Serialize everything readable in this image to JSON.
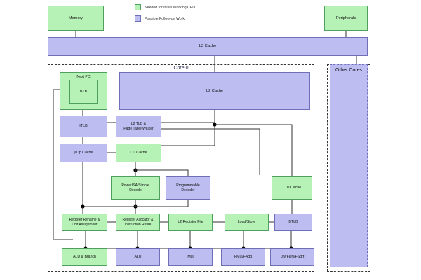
{
  "legend": {
    "items": [
      {
        "label": "Needed for Initial Working CPU",
        "color": "#b6f2b6",
        "border": "#4f9f5f"
      },
      {
        "label": "Possible Follow-on Work",
        "color": "#bdbdf2",
        "border": "#6f6fb8"
      }
    ]
  },
  "regions": {
    "core": {
      "title": "Core 0"
    },
    "other_cores": {
      "title": "Other Cores"
    }
  },
  "blocks": {
    "memory": {
      "label": "Memory"
    },
    "peripherals": {
      "label": "Peripherals"
    },
    "l3_cache": {
      "label": "L3 Cache"
    },
    "next_pc": {
      "label": "Next PC"
    },
    "btb": {
      "label": "BTB"
    },
    "l2_cache": {
      "label": "L2 Cache"
    },
    "itlb": {
      "label": "ITLB"
    },
    "l2_tlb": {
      "label": "L2 TLB &\nPage Table Walker",
      "line1": "L2 TLB &",
      "line2": "Page Table Walker"
    },
    "uop_cache": {
      "label": "µOp Cache"
    },
    "l1i_cache": {
      "label": "L1I Cache"
    },
    "simple_decode": {
      "line1": "PowerISA Simple",
      "line2": "Decode"
    },
    "prog_decoder": {
      "line1": "Programmable",
      "line2": "Decoder"
    },
    "l1d_cache": {
      "label": "L1D Cache"
    },
    "reg_rename": {
      "line1": "Register Rename &",
      "line2": "Unit Assignment"
    },
    "reg_alloc": {
      "line1": "Register Allocator &",
      "line2": "Instruction Retire"
    },
    "l2_reg_file": {
      "label": "L2 Register File"
    },
    "load_store": {
      "label": "Load/Store"
    },
    "dtlb": {
      "label": "DTLB"
    },
    "alu_branch": {
      "label": "ALU & Branch"
    },
    "alu": {
      "label": "ALU"
    },
    "mul": {
      "label": "Mul"
    },
    "fmul_fadd": {
      "label": "FMul/FAdd"
    },
    "div_fdiv_fsqrt": {
      "label": "Div/FDiv/FSqrt"
    }
  }
}
